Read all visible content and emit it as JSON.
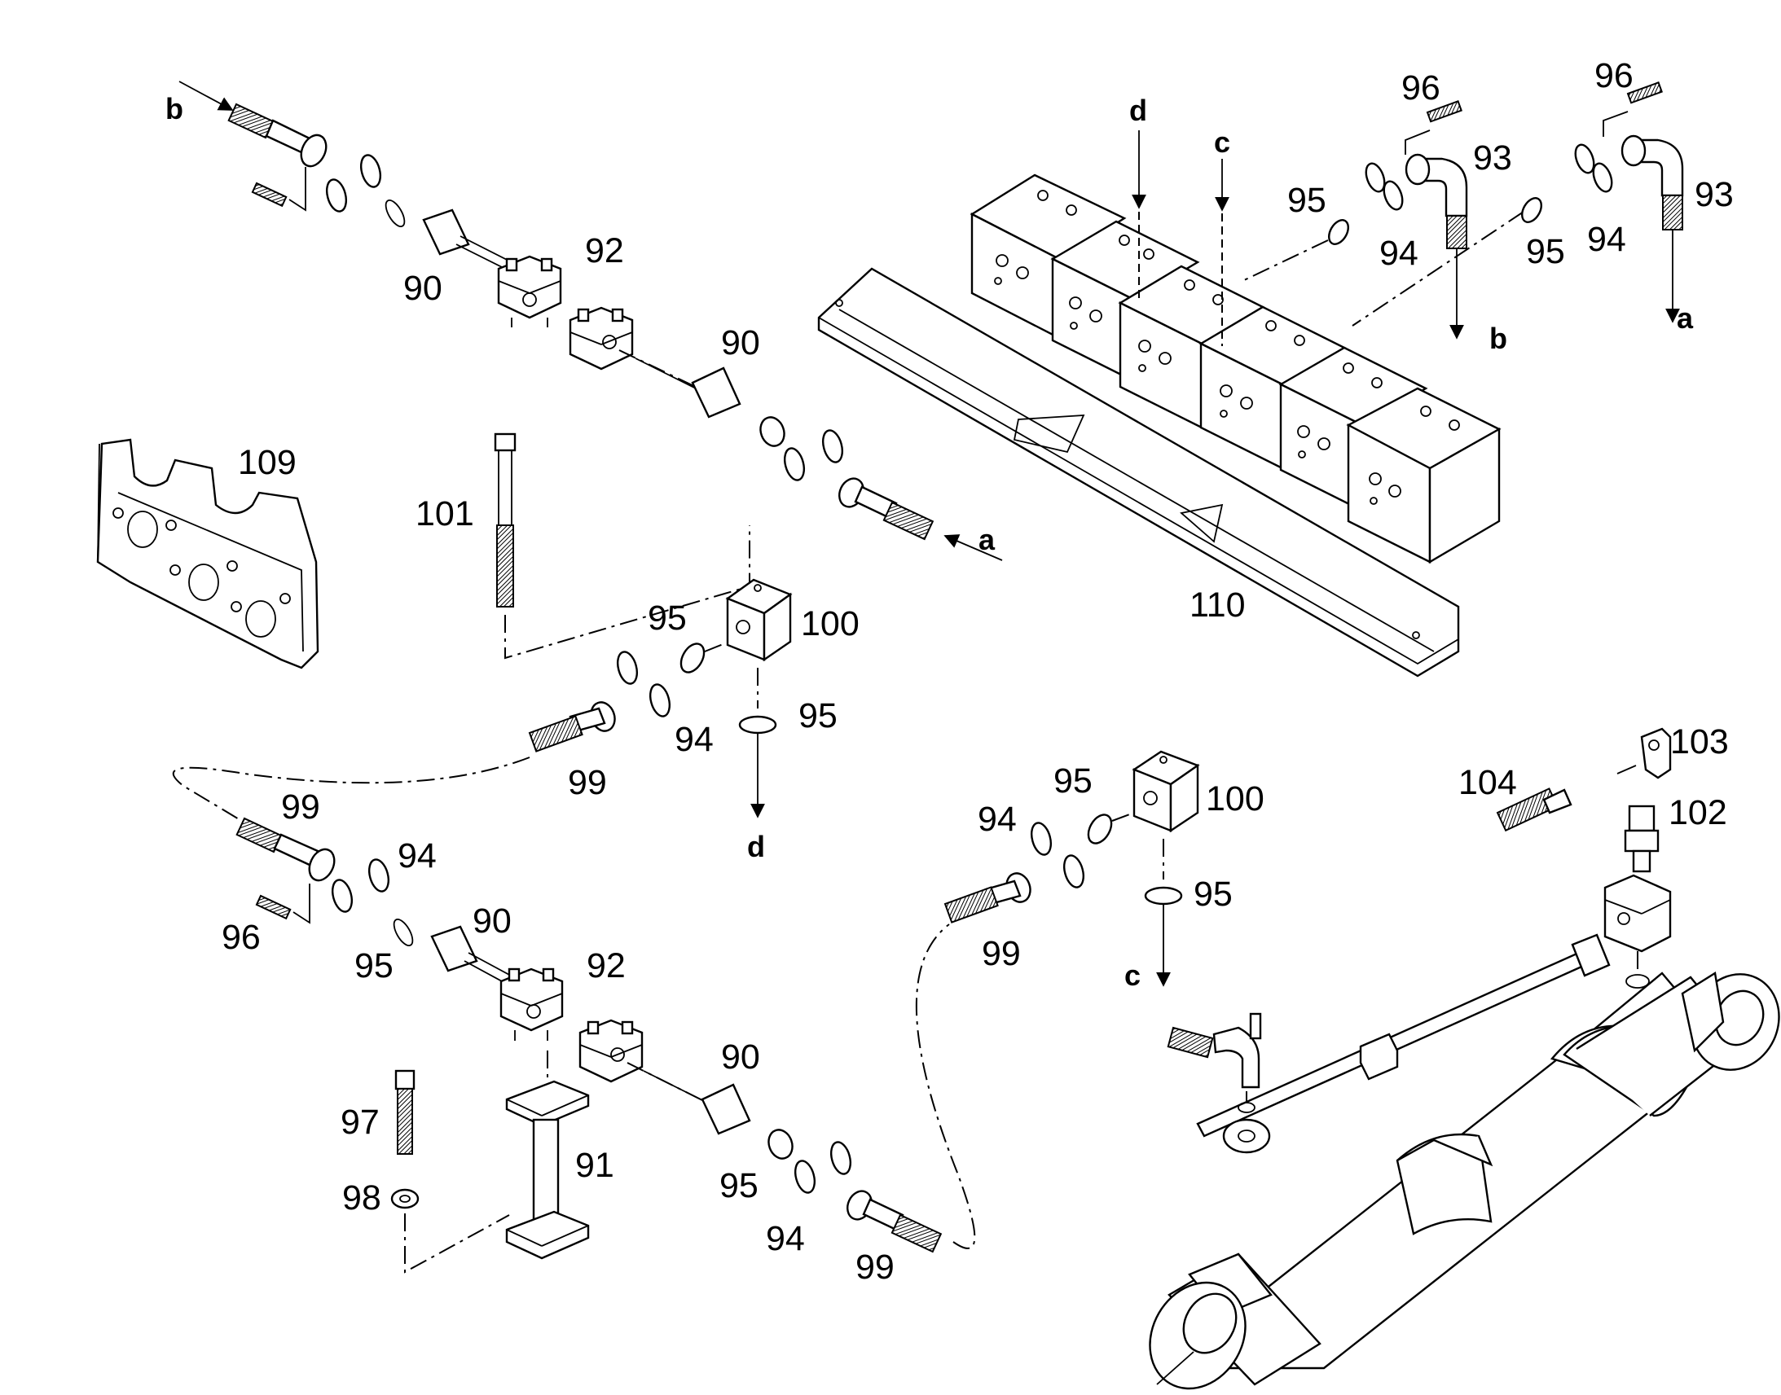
{
  "part_labels": {
    "n90": "90",
    "n91": "91",
    "n92": "92",
    "n93": "93",
    "n94": "94",
    "n95": "95",
    "n96": "96",
    "n97": "97",
    "n98": "98",
    "n99": "99",
    "n100": "100",
    "n101": "101",
    "n102": "102",
    "n103": "103",
    "n104": "104",
    "n109": "109",
    "n110": "110"
  },
  "connection_labels": {
    "a": "a",
    "b": "b",
    "c": "c",
    "d": "d"
  }
}
